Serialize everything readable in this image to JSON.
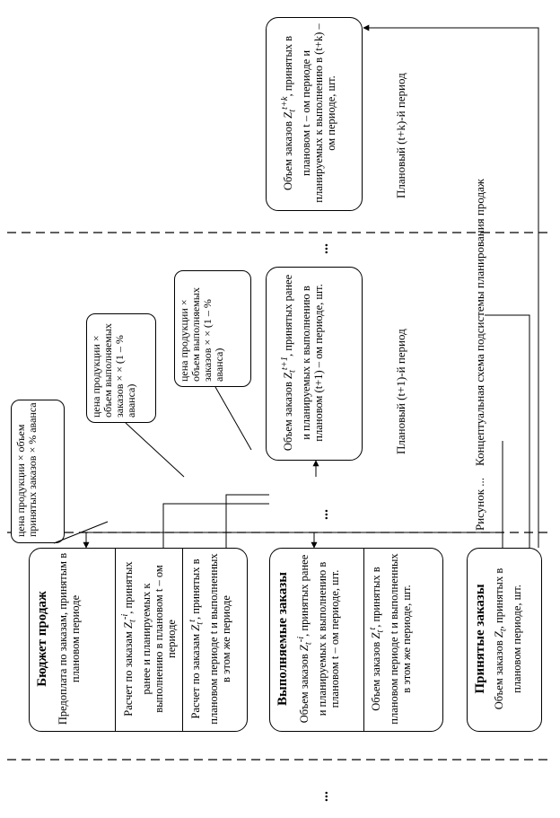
{
  "periods": {
    "planned_t1": "Плановый (t+1)-й период",
    "planned_tk": "Плановый (t+k)-й период"
  },
  "caption": {
    "label": "Рисунок ...",
    "text": "Концептуальная схема подсистемы планирования продаж"
  },
  "ellipsis": "...",
  "budget": {
    "title": "Бюджет продаж",
    "row1": "Предоплата по заказам, принятым в плановом периоде",
    "row2": "Расчет по заказам Z_t^{-i}, принятых ранее и планируемых к выполнению в плановом t – ом периоде",
    "row2_a": "Расчет по заказам ",
    "row2_b": ", принятых ранее и планируемых к выполнению в плановом t – ом периоде",
    "row3": "Расчет по заказам Z_t^t, принятых в плановом периоде t и выполненных в этом же периоде",
    "row3_a": "Расчет по заказам ",
    "row3_b": ", принятых в плановом периоде t и выполненных в этом же периоде"
  },
  "executed": {
    "title": "Выполняемые заказы",
    "row1_a": "Объем заказов ",
    "row1_b": ", принятых ранее и планируемых к выполнению в плановом t – ом периоде, шт.",
    "row2_a": "Объем заказов ",
    "row2_b": ", принятых в плановом периоде t и выполненных в этом же периоде, шт."
  },
  "accepted": {
    "title": "Принятые заказы",
    "text_a": "Объем заказов ",
    "text_b": ", принятых в плановом периоде, шт."
  },
  "future1": {
    "text_a": "Объем заказов ",
    "text_b": ", принятых ранее и планируемых к выполнению в плановом (t+1) – ом периоде, шт."
  },
  "futurek": {
    "text_a": "Объем заказов ",
    "text_b": ", принятых в плановом t – ом периоде и планируемых к выполнению в (t+k) – ом периоде, шт."
  },
  "callouts": {
    "prepay": "цена продукции × объем принятых заказов × % аванса",
    "settle_prev": "цена продукции × объем выполняемых заказов × × (1 – % аванса)",
    "settle_curr": "цена продукции × объем выполняемых заказов × × (1 – % аванса)"
  },
  "symbols": {
    "z_prev": "Z_t^{-i}",
    "z_curr": "Z_t^t",
    "z_accepted": "Z_t",
    "z_next": "Z_t^{t+1}",
    "z_k": "Z_t^{t+k}"
  }
}
